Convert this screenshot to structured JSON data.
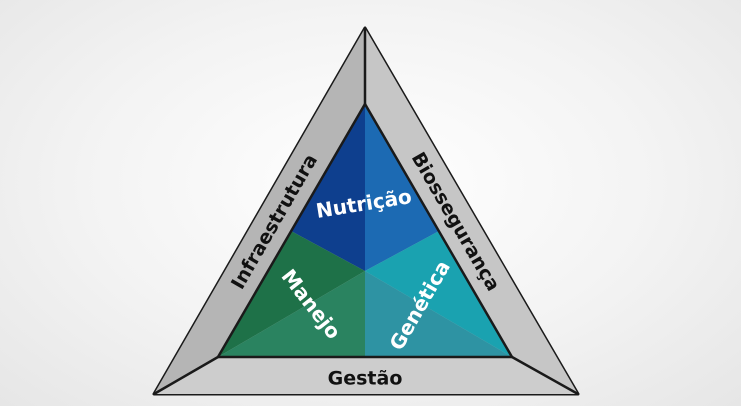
{
  "diagram": {
    "frame": {
      "left": "Infraestrutura",
      "right": "Biossegurança",
      "bottom": "Gestão"
    },
    "inner": {
      "top": "Nutrição",
      "left": "Manejo",
      "right": "Genética"
    }
  }
}
